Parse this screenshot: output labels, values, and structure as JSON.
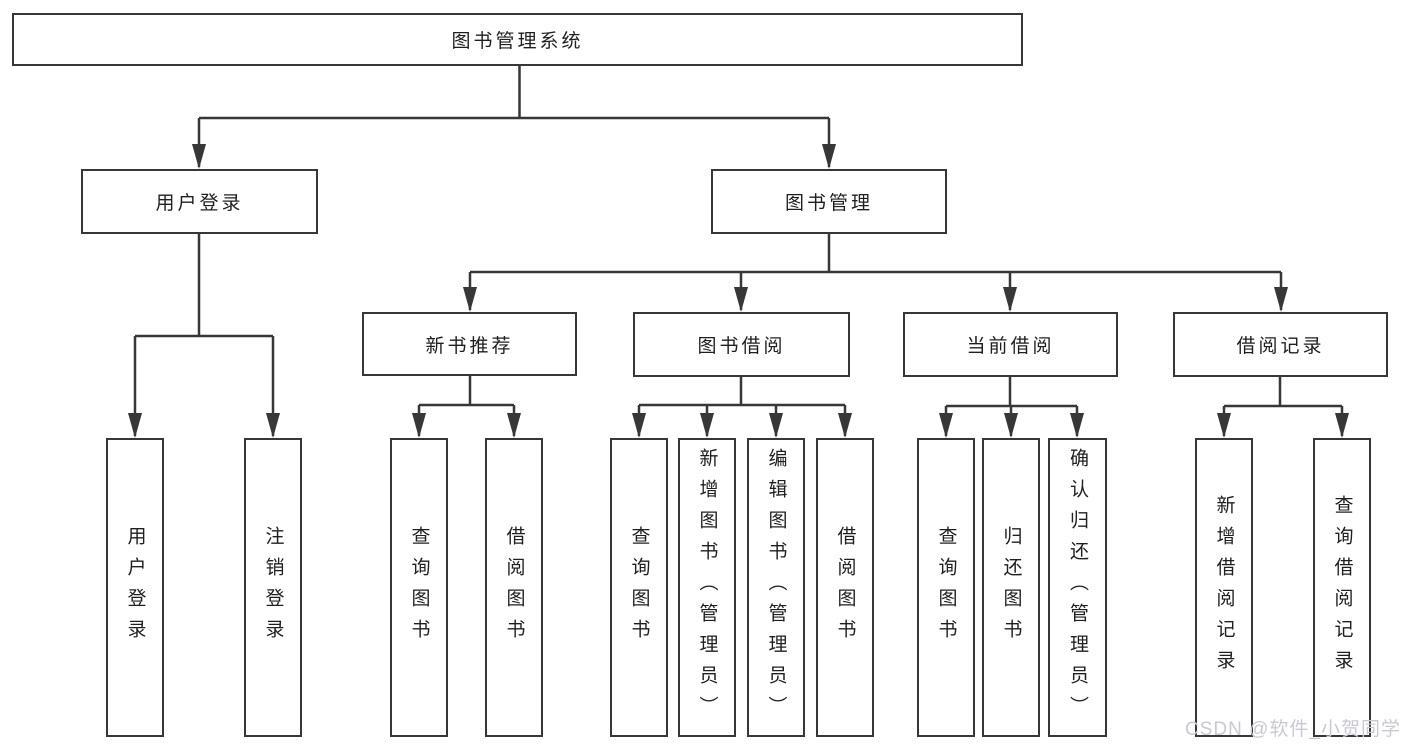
{
  "diagram": {
    "root": {
      "label": "图书管理系统"
    },
    "level2": [
      {
        "label": "用户登录"
      },
      {
        "label": "图书管理"
      }
    ],
    "level3": [
      {
        "label": "新书推荐"
      },
      {
        "label": "图书借阅"
      },
      {
        "label": "当前借阅"
      },
      {
        "label": "借阅记录"
      }
    ],
    "leaves": [
      {
        "label": "用户登录",
        "parent": "用户登录"
      },
      {
        "label": "注销登录",
        "parent": "用户登录"
      },
      {
        "label": "查询图书",
        "parent": "新书推荐"
      },
      {
        "label": "借阅图书",
        "parent": "新书推荐"
      },
      {
        "label": "查询图书",
        "parent": "图书借阅"
      },
      {
        "label": "新增图书（管理员）",
        "parent": "图书借阅"
      },
      {
        "label": "编辑图书（管理员）",
        "parent": "图书借阅"
      },
      {
        "label": "借阅图书",
        "parent": "图书借阅"
      },
      {
        "label": "查询图书",
        "parent": "当前借阅"
      },
      {
        "label": "归还图书",
        "parent": "当前借阅"
      },
      {
        "label": "确认归还（管理员）",
        "parent": "当前借阅"
      },
      {
        "label": "新增借阅记录",
        "parent": "借阅记录"
      },
      {
        "label": "查询借阅记录",
        "parent": "借阅记录"
      }
    ],
    "colors": {
      "line": "#373737",
      "box_border": "#373737",
      "text": "#1f1f1f",
      "background": "#ffffff",
      "watermark": "#c8c9d4"
    },
    "watermark": "CSDN @软件_小贺同学"
  }
}
